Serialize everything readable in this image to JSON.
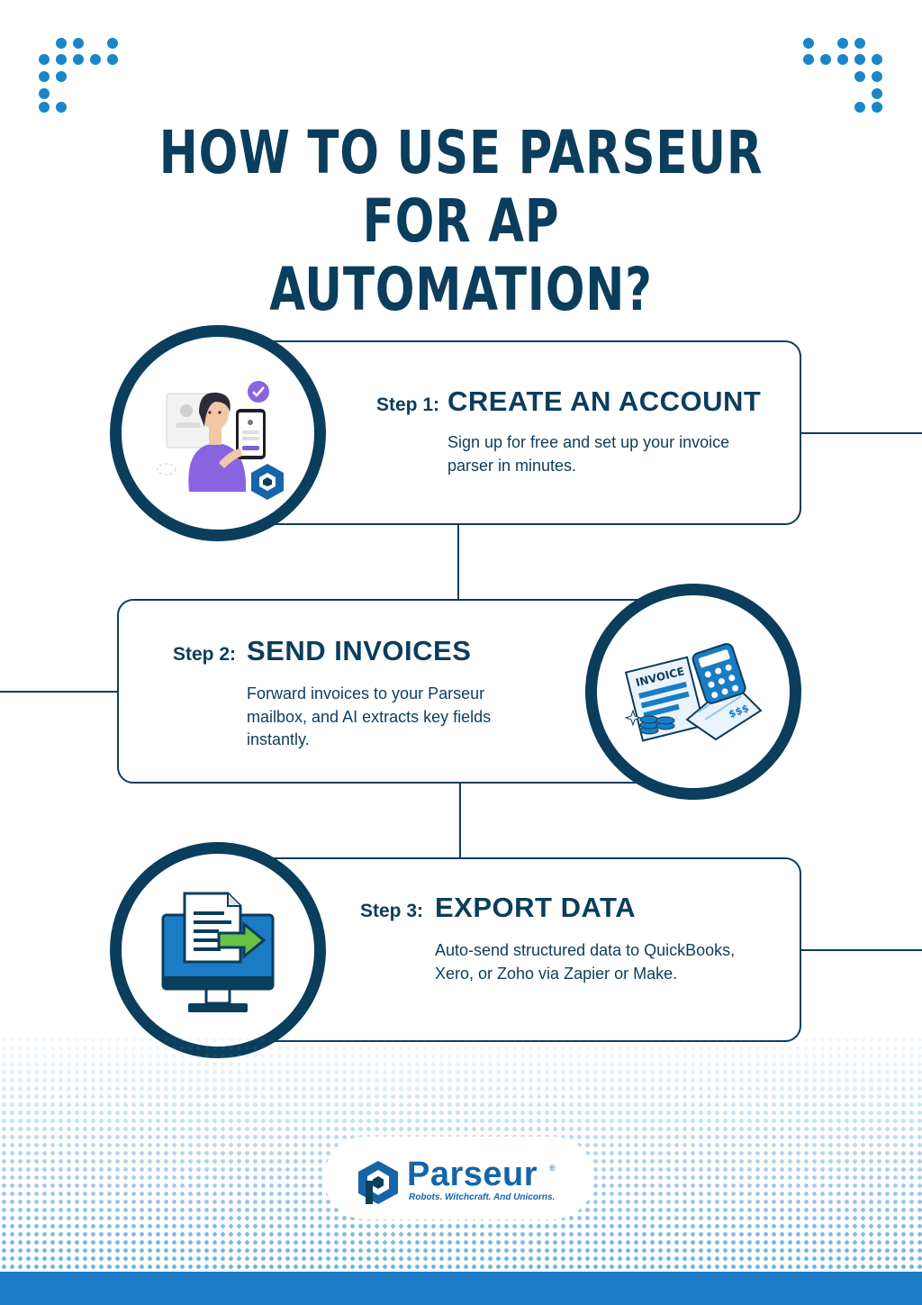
{
  "title": {
    "line1": "HOW TO USE PARSEUR FOR AP",
    "line2": "AUTOMATION?"
  },
  "steps": [
    {
      "label": "Step 1:",
      "heading": "CREATE AN ACCOUNT",
      "description": "Sign up for free and set up your invoice parser in minutes.",
      "icon": "person-signup-icon"
    },
    {
      "label": "Step 2:",
      "heading": "SEND INVOICES",
      "description": "Forward invoices to your Parseur mailbox, and AI extracts key fields instantly.",
      "icon": "invoice-calculator-icon",
      "icon_text": "INVOICE",
      "icon_amount": "$$$"
    },
    {
      "label": "Step 3:",
      "heading": "EXPORT DATA",
      "description": "Auto-send structured data to QuickBooks, Xero, or Zoho via Zapier or Make.",
      "icon": "export-monitor-icon"
    }
  ],
  "brand": {
    "name": "Parseur",
    "registered": "®",
    "tagline": "Robots. Witchcraft. And Unicorns.",
    "icon": "parseur-hex-logo-icon"
  },
  "colors": {
    "navy": "#0b3d5c",
    "blue": "#1a7cc4",
    "dots": "#1a86c8",
    "purple": "#7c5cd6"
  }
}
